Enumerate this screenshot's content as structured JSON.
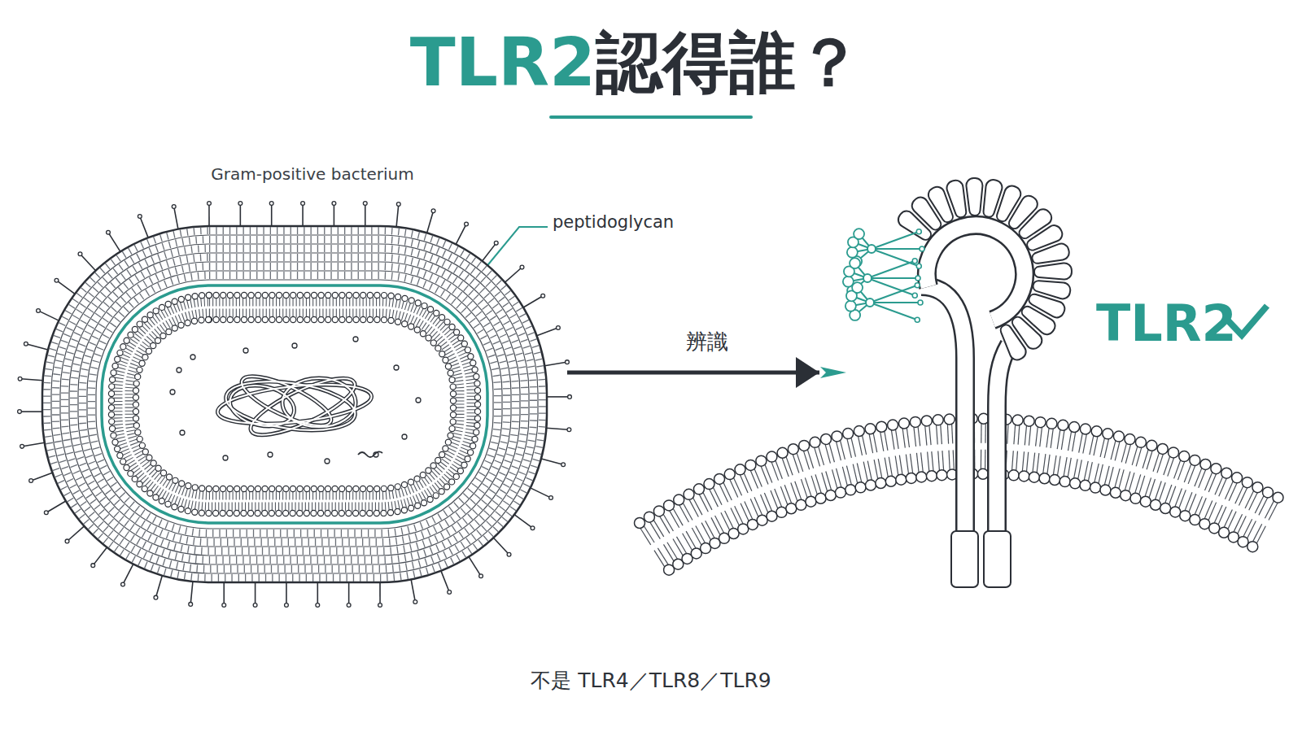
{
  "diagram": {
    "title": "TLR2認得誰？",
    "caption": "不是 TLR4／TLR8／TLR9",
    "nodes": [
      {
        "text": [
          "Gram-positive bacterium"
        ]
      },
      {
        "text": [
          "TLR2"
        ]
      }
    ],
    "edges": [
      {
        "from": 0,
        "to": 1,
        "arrow": "to",
        "label": "辨識"
      }
    ],
    "labels": [
      "peptidoglycan"
    ]
  }
}
